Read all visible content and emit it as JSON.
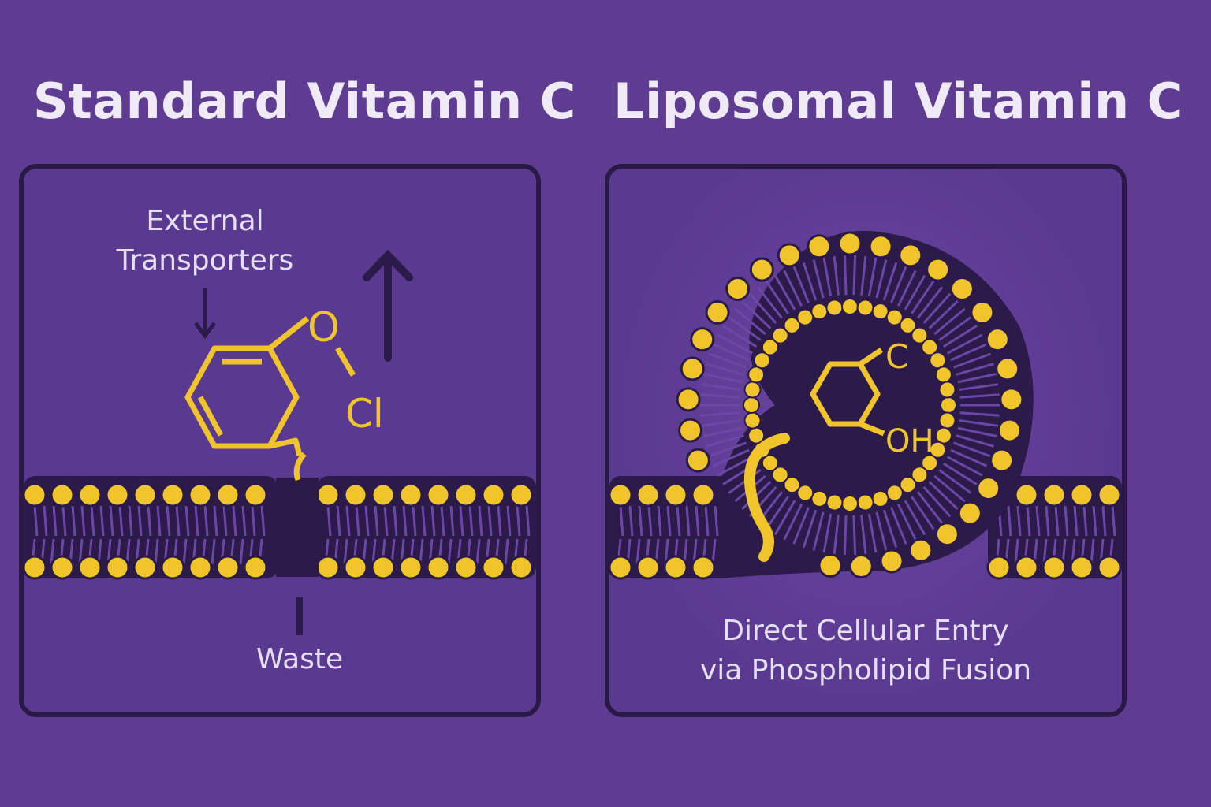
{
  "left_panel": {
    "title": "Standard Vitamin C",
    "label_transporters_line1": "External",
    "label_transporters_line2": "Transporters",
    "label_waste": "Waste",
    "molecule_atom_o": "O",
    "molecule_atom_cl": "Cl"
  },
  "right_panel": {
    "title": "Liposomal Vitamin C",
    "label_line1": "Direct Cellular Entry",
    "label_line2": "via Phospholipid Fusion",
    "molecule_atom_c": "C",
    "molecule_atom_oh": "OH"
  },
  "colors": {
    "background": "#5e3c92",
    "membrane_dark": "#2b1a4a",
    "lipid_head": "#f0c52c",
    "text": "#e6def2"
  }
}
